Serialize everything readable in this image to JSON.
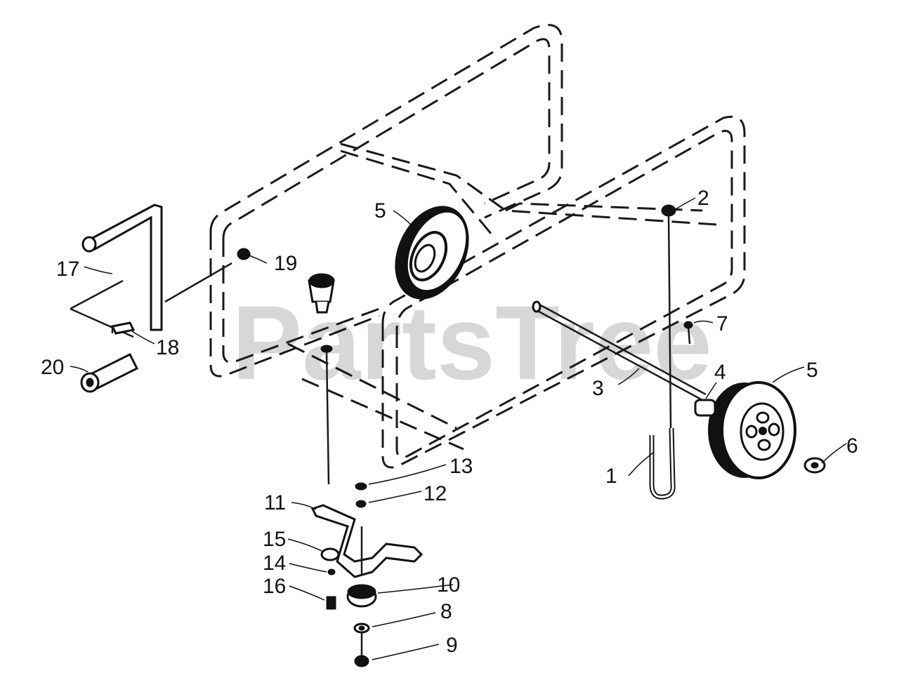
{
  "watermark": "PartsTree",
  "callouts": [
    "1",
    "2",
    "3",
    "4",
    "5",
    "5",
    "6",
    "7",
    "8",
    "9",
    "10",
    "11",
    "12",
    "13",
    "14",
    "15",
    "16",
    "17",
    "18",
    "19",
    "20"
  ]
}
